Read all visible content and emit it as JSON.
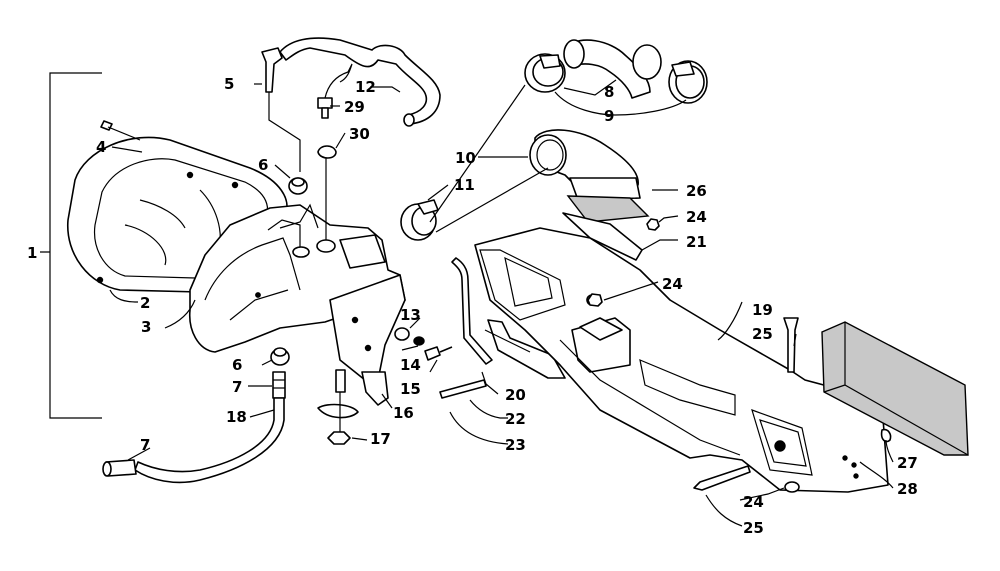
{
  "callouts": {
    "c1": "1",
    "c2": "2",
    "c3": "3",
    "c4": "4",
    "c5": "5",
    "c6a": "6",
    "c6b": "6",
    "c7a": "7",
    "c7b": "7",
    "c8": "8",
    "c9": "9",
    "c10": "10",
    "c11": "11",
    "c12": "12",
    "c13": "13",
    "c14": "14",
    "c15": "15",
    "c16": "16",
    "c17": "17",
    "c18": "18",
    "c19": "19",
    "c20": "20",
    "c21": "21",
    "c22": "22",
    "c23": "23",
    "c24a": "24",
    "c24b": "24",
    "c24c": "24",
    "c25a": "25",
    "c25b": "25",
    "c26": "26",
    "c27": "27",
    "c28": "28",
    "c29": "29",
    "c30": "30"
  }
}
